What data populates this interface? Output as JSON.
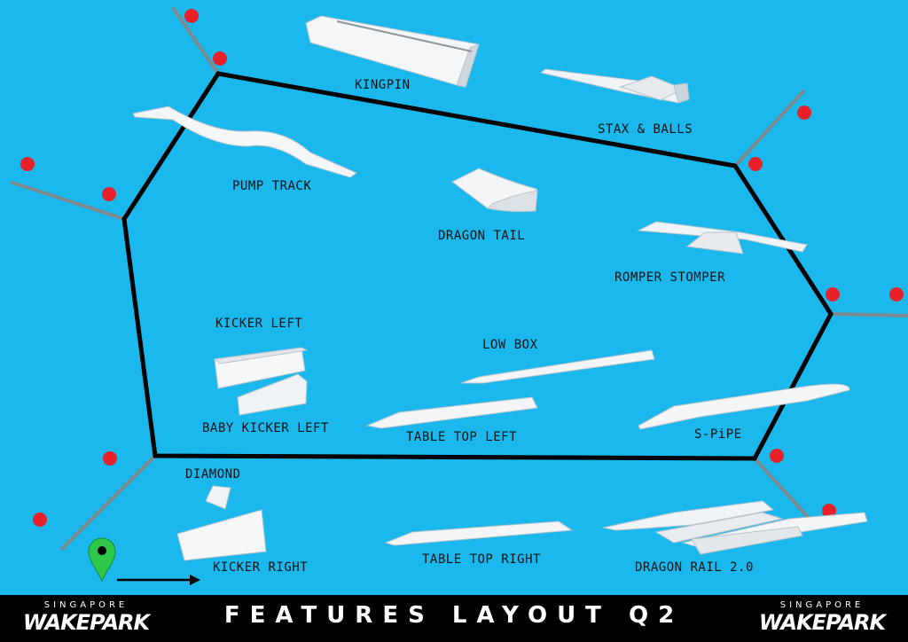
{
  "features": {
    "kingpin": "KINGPIN",
    "stax_balls": "STAX & BALLS",
    "pump_track": "PUMP TRACK",
    "dragon_tail": "DRAGON TAIL",
    "romper_stomper": "ROMPER STOMPER",
    "kicker_left": "KICKER LEFT",
    "low_box": "LOW BOX",
    "baby_kicker_left": "BABY KICKER LEFT",
    "table_top_left": "TABLE TOP LEFT",
    "s_pipe": "S-PiPE",
    "diamond": "DIAMOND",
    "kicker_right": "KICKER RIGHT",
    "table_top_right": "TABLE TOP RIGHT",
    "dragon_rail": "DRAGON RAIL 2.0"
  },
  "footer": {
    "title": "FEATURES LAYOUT Q2",
    "logo_small": "SINGAPORE",
    "logo_big": "WAKEPARK"
  },
  "colors": {
    "water": "#1ab8ec",
    "cable": "#000000",
    "buoy": "#e8202a",
    "pylon_arm": "#7f8a90",
    "marker": "#2fc84a"
  }
}
